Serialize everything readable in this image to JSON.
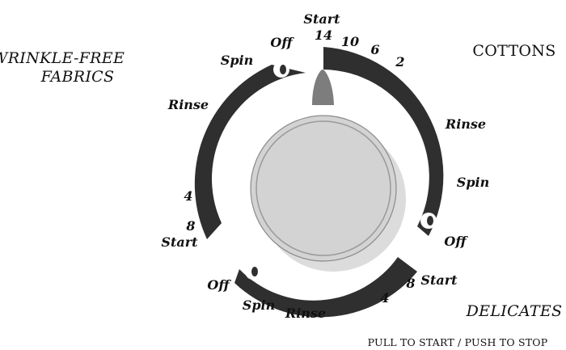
{
  "sections": {
    "wrinkle_free": {
      "line1": "WRINKLE-FREE",
      "line2": "FABRICS"
    },
    "cottons": "COTTONS",
    "delicates": "DELICATES"
  },
  "instruction": "PULL TO START / PUSH TO STOP",
  "cottons_marks": {
    "start": "Start",
    "t14": "14",
    "t10": "10",
    "t6": "6",
    "t2": "2",
    "rinse": "Rinse",
    "spin": "Spin",
    "off": "Off"
  },
  "delicates_marks": {
    "start": "Start",
    "t8": "8",
    "t4": "4",
    "rinse": "Rinse",
    "spin": "Spin",
    "off": "Off"
  },
  "wrinkle_marks": {
    "start": "Start",
    "t8": "8",
    "t4": "4",
    "rinse": "Rinse",
    "spin": "Spin",
    "off": "Off"
  },
  "colors": {
    "band": "#2f2f2f",
    "knob_face": "#d3d3d3",
    "knob_shadow": "#dcdcdc",
    "pointer": "#7d7d7d"
  }
}
